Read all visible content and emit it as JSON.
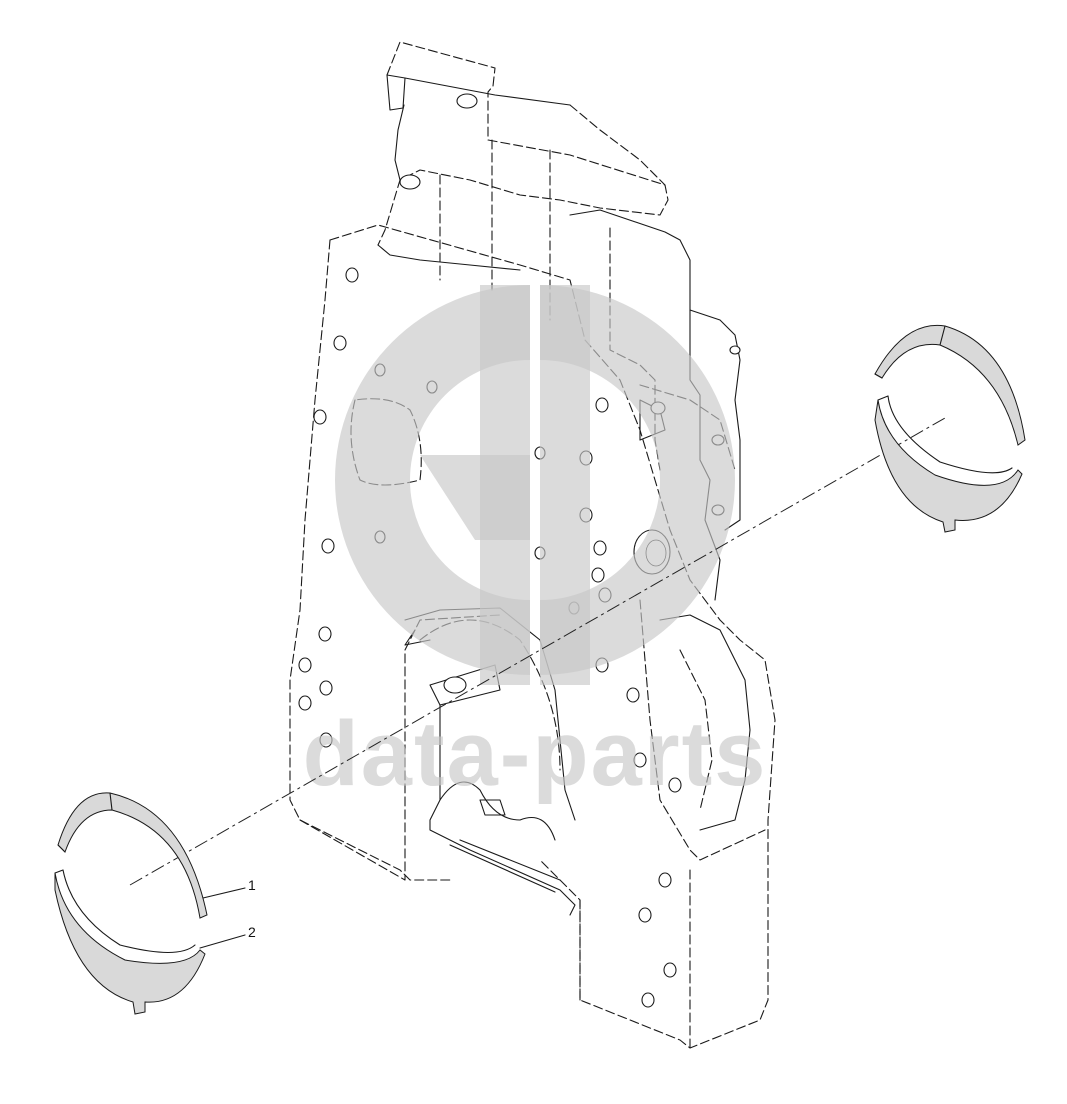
{
  "watermark": {
    "text": "data-parts",
    "logo": "gb-monogram",
    "color": "#c8c8c8"
  },
  "callouts": [
    {
      "id": 1,
      "label": "1"
    },
    {
      "id": 2,
      "label": "2"
    }
  ]
}
